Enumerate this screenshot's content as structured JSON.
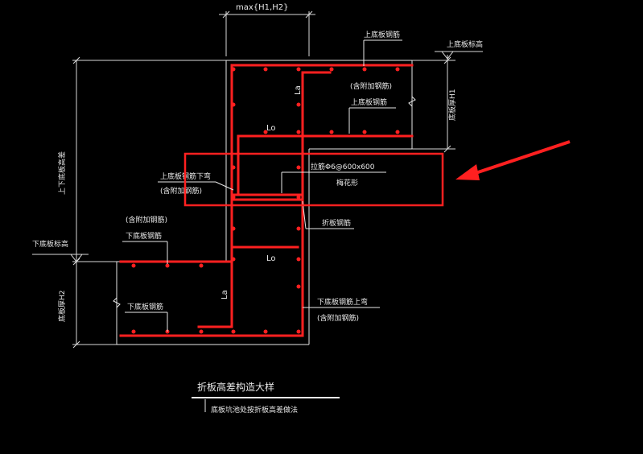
{
  "labels": {
    "top_dim": "max{H1,H2}",
    "upper_bottom_rebar": "上底板钢筋",
    "upper_bottom_elev": "上底板标高",
    "upper_thickness": "底板厚H1",
    "upper_add_rebar_paren": "(含附加钢筋)",
    "upper_add_rebar": "上底板钢筋",
    "la_1": "La",
    "lo_1": "Lo",
    "height_diff": "上下底板高差",
    "tie_bar": "拉筋Φ6@600x600",
    "plum_pattern": "梅花形",
    "upper_bend_down": "上底板钢筋下弯",
    "upper_bend_down_paren": "(含附加钢筋)",
    "fold_rebar": "折板钢筋",
    "lower_add_paren": "(含附加钢筋)",
    "lower_bottom_rebar_1": "下底板钢筋",
    "lower_bottom_elev": "下底板标高",
    "lo_2": "Lo",
    "la_2": "La",
    "lower_thickness": "底板厚H2",
    "lower_bottom_rebar_2": "下底板钢筋",
    "lower_bend_up": "下底板钢筋上弯",
    "lower_bend_up_paren": "(含附加钢筋)",
    "title": "折板高差构造大样",
    "subtitle": "底板坑池处按折板高差做法"
  },
  "colors": {
    "background": "#000000",
    "rebar": "#ff2020",
    "lines": "#e8e8e8",
    "highlight_box": "#ff2020"
  }
}
